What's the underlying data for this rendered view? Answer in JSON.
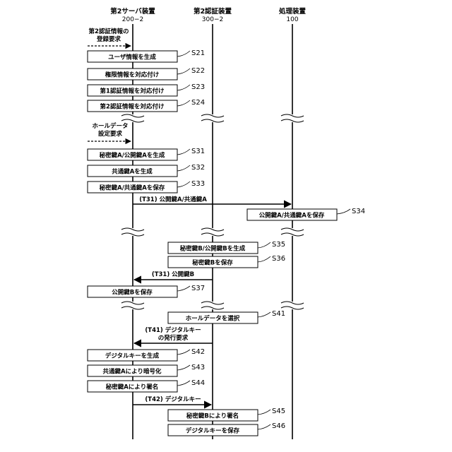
{
  "lifelines": [
    {
      "name": "第2サーバ装置",
      "id": "200−2"
    },
    {
      "name": "第2認証装置",
      "id": "300−2"
    },
    {
      "name": "処理装置",
      "id": "100"
    }
  ],
  "requests": [
    {
      "lines": [
        "第2認証情報の",
        "登録要求"
      ]
    },
    {
      "lines": [
        "ホールデータ",
        "設定要求"
      ]
    }
  ],
  "steps": [
    {
      "label": "ユーザ情報を生成",
      "step": "S21"
    },
    {
      "label": "権限情報を対応付け",
      "step": "S22"
    },
    {
      "label": "第1認証情報を対応付け",
      "step": "S23"
    },
    {
      "label": "第2認証情報を対応付け",
      "step": "S24"
    },
    {
      "label": "秘密鍵A/公開鍵Aを生成",
      "step": "S31"
    },
    {
      "label": "共通鍵Aを生成",
      "step": "S32"
    },
    {
      "label": "秘密鍵A/共通鍵Aを保存",
      "step": "S33"
    },
    {
      "label": "公開鍵A/共通鍵Aを保存",
      "step": "S34"
    },
    {
      "label": "秘密鍵B/公開鍵Bを生成",
      "step": "S35"
    },
    {
      "label": "秘密鍵Bを保存",
      "step": "S36"
    },
    {
      "label": "公開鍵Bを保存",
      "step": "S37"
    },
    {
      "label": "ホールデータを選択",
      "step": "S41"
    },
    {
      "label": "デジタルキーを生成",
      "step": "S42"
    },
    {
      "label": "共通鍵Aにより暗号化",
      "step": "S43"
    },
    {
      "label": "秘密鍵Aにより署名",
      "step": "S44"
    },
    {
      "label": "秘密鍵Bにより署名",
      "step": "S45"
    },
    {
      "label": "デジタルキーを保存",
      "step": "S46"
    }
  ],
  "messages": [
    {
      "lines": [
        "(T31) 公開鍵A/共通鍵A"
      ]
    },
    {
      "lines": [
        "(T31) 公開鍵B"
      ]
    },
    {
      "lines": [
        "(T41) デジタルキー",
        "の発行要求"
      ]
    },
    {
      "lines": [
        "(T42) デジタルキー"
      ]
    }
  ]
}
